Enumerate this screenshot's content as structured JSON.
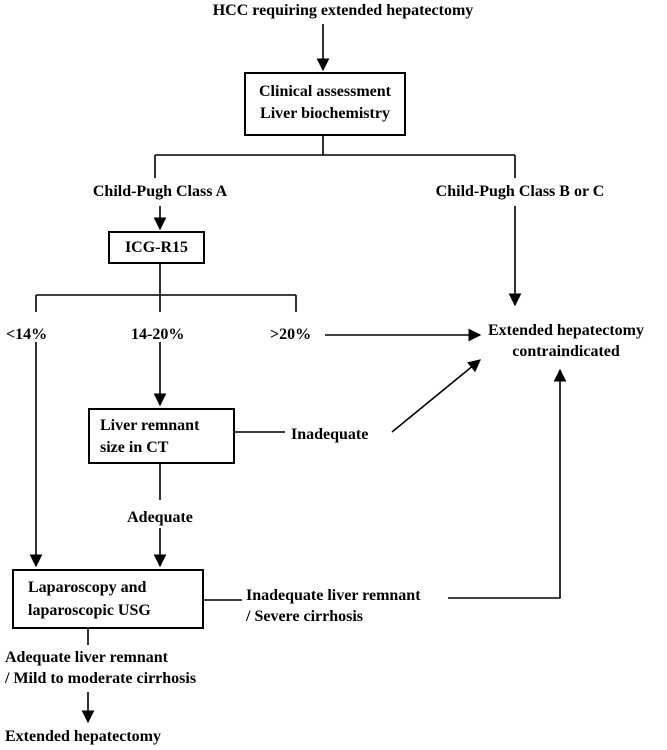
{
  "diagram": {
    "start": "HCC requiring extended hepatectomy",
    "assessment": [
      "Clinical assessment",
      "Liver biochemistry"
    ],
    "class_a": "Child-Pugh Class A",
    "class_bc": "Child-Pugh Class B or C",
    "icg": "ICG-R15",
    "branch_low": "<14%",
    "branch_mid": "14-20%",
    "branch_high": ">20%",
    "contraindicated": [
      "Extended hepatectomy",
      "contraindicated"
    ],
    "remnant_box": [
      "Liver remnant",
      "size in CT"
    ],
    "inadequate": "Inadequate",
    "adequate": "Adequate",
    "laparoscopy_box": [
      "Laparoscopy and",
      "laparoscopic USG"
    ],
    "inadequate_remnant": [
      "Inadequate liver remnant",
      "/ Severe cirrhosis"
    ],
    "adequate_remnant": [
      "Adequate liver remnant",
      "/ Mild to moderate cirrhosis"
    ],
    "end": "Extended hepatectomy"
  }
}
